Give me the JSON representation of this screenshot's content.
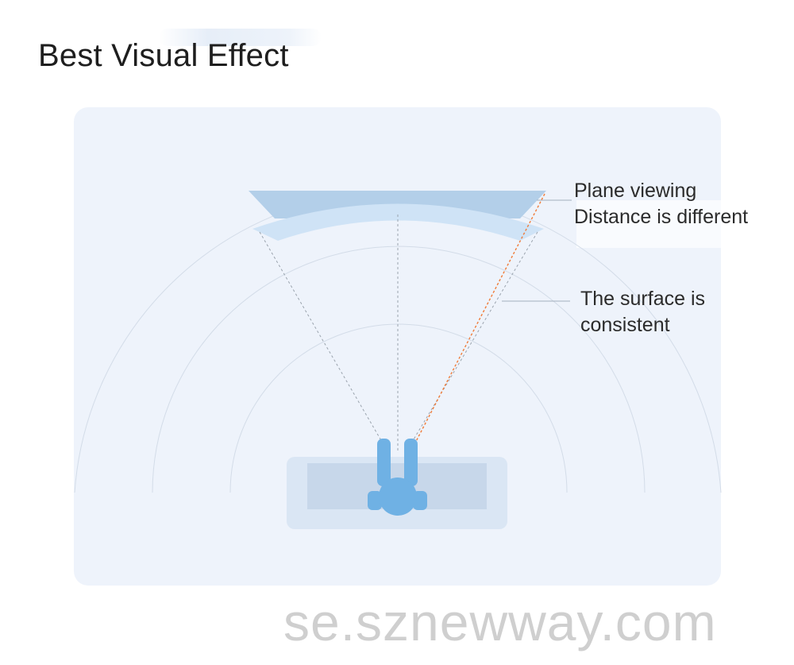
{
  "title": "Best Visual Effect",
  "labels": {
    "plane": {
      "line1": "Plane viewing",
      "line2": "Distance is different"
    },
    "surface": {
      "line1": "The surface is",
      "line2": "consistent"
    }
  },
  "watermark": "se.sznewway.com",
  "colors": {
    "panel_background": "#eef3fb",
    "flat_screen": "#b3cfe9",
    "curved_screen": "#cfe3f6",
    "viewer": "#6fb1e4",
    "sofa": "#dae6f4",
    "sight_line": "#9aa3ad",
    "flat_sight_line": "#f07c3a",
    "guide_arc": "#d3dce8"
  }
}
